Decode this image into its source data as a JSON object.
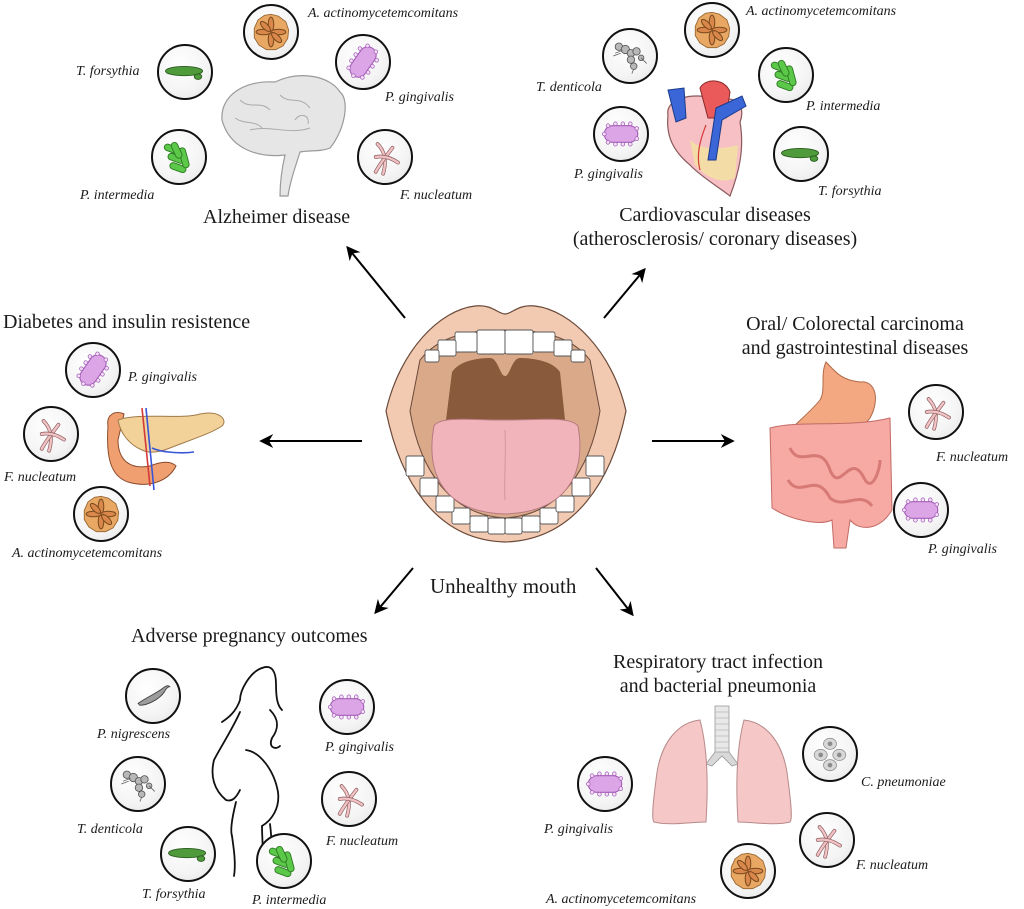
{
  "center": {
    "label": "Unhealthy mouth"
  },
  "diseases": {
    "alzheimer": {
      "title": "Alzheimer disease",
      "bacteria": [
        "A. actinomycetemcomitans",
        "T. forsythia",
        "P. gingivalis",
        "P. intermedia",
        "F. nucleatum"
      ]
    },
    "cardio": {
      "title_line1": "Cardiovascular diseases",
      "title_line2": "(atherosclerosis/ coronary diseases)",
      "bacteria": [
        "A. actinomycetemcomitans",
        "T. denticola",
        "P. intermedia",
        "P. gingivalis",
        "T. forsythia"
      ]
    },
    "diabetes": {
      "title": "Diabetes and insulin resistence",
      "bacteria": [
        "P. gingivalis",
        "F. nucleatum",
        "A. actinomycetemcomitans"
      ]
    },
    "gi": {
      "title_line1": "Oral/ Colorectal carcinoma",
      "title_line2": "and gastrointestinal diseases",
      "bacteria": [
        "F. nucleatum",
        "P. gingivalis"
      ]
    },
    "pregnancy": {
      "title": "Adverse pregnancy outcomes",
      "bacteria": [
        "P. nigrescens",
        "P. gingivalis",
        "T. denticola",
        "F. nucleatum",
        "T. forsythia",
        "P. intermedia"
      ]
    },
    "respiratory": {
      "title_line1": "Respiratory tract infection",
      "title_line2": "and bacterial pneumonia",
      "bacteria": [
        "C. pneumoniae",
        "P. gingivalis",
        "F. nucleatum",
        "A. actinomycetemcomitans"
      ]
    }
  },
  "colors": {
    "aa_fill": "#e8a863",
    "pg_fill": "#dca6e6",
    "pi_fill": "#5cc84a",
    "tf_fill": "#4f9a3b",
    "fn_fill": "#f0c2c4",
    "td_fill": "#b8b8b8",
    "tongue": "#f1b4bb",
    "lips": "#f2cab2",
    "organ_pink": "#f7a9a4"
  }
}
